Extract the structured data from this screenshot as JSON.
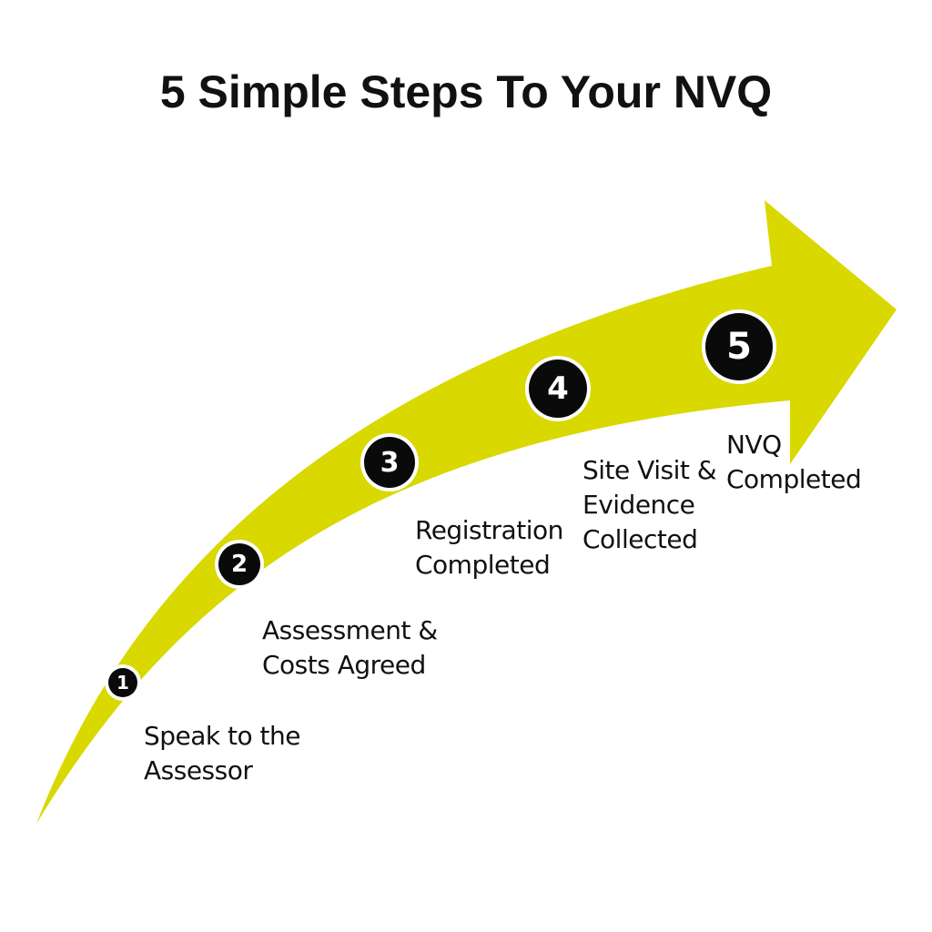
{
  "title": "5 Simple Steps To Your NVQ",
  "colors": {
    "arrow": "#d9d800",
    "badge": "#0a0a0a",
    "text": "#111111"
  },
  "steps": [
    {
      "number": "1",
      "line1": "Speak to the",
      "line2": "Assessor"
    },
    {
      "number": "2",
      "line1": "Assessment &",
      "line2": "Costs Agreed"
    },
    {
      "number": "3",
      "line1": "Registration",
      "line2": "Completed"
    },
    {
      "number": "4",
      "line1": "Site Visit &",
      "line2": "Evidence",
      "line3": "Collected"
    },
    {
      "number": "5",
      "line1": "NVQ",
      "line2": "Completed"
    }
  ]
}
